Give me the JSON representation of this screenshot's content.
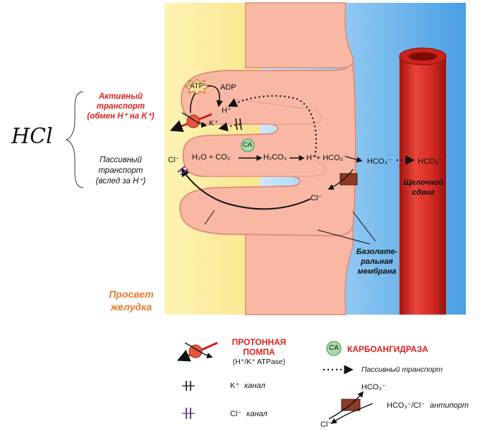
{
  "hcl_label": "HCl",
  "active_transport": {
    "line1": "Активный",
    "line2": "транспорт",
    "line3": "(обмен H⁺ на K⁺)"
  },
  "passive_transport": {
    "line1": "Пассивный",
    "line2": "транспорт",
    "line3": "(вслед за H⁺)"
  },
  "lumen": {
    "line1": "Просвет",
    "line2": "желудка"
  },
  "basolateral": {
    "line1": "Базолате-",
    "line2": "ральная",
    "line3": "мембрана"
  },
  "alkaline": {
    "line1": "Щелочной",
    "line2": "сдвиг"
  },
  "labels": {
    "atp": "ATP",
    "adp": "ADP",
    "hplus": "H⁺",
    "kplus": "K⁺",
    "cl_left": "Cl⁻",
    "h2o_co2": "H₂O + CO₂",
    "ca": "CA",
    "h2co3": "H₂CO₃",
    "h_hco3": "H⁺+ HCO₃⁻",
    "hco3_cell": "HCO₃⁻",
    "hco3_blood": "HCO₃⁻",
    "cl_cell": "Cl⁻"
  },
  "legend": {
    "proton_pump_1": "ПРОТОННАЯ",
    "proton_pump_2": "ПОМПА",
    "proton_pump_3": "(H⁺/K⁺ ATPase)",
    "ca_badge": "CA",
    "carbonic_anhydrase": "КАРБОАНГИДРАЗА",
    "passive_transport": "Пассивный транспорт",
    "k_channel_ion": "K⁺",
    "k_channel_word": "канал",
    "cl_channel_ion": "Cl⁻",
    "cl_channel_word": "канал",
    "antiport_hco3": "HCO₃⁻",
    "antiport_cl": "Cl⁻",
    "antiport_label": "HCO₃⁻/Cl⁻",
    "antiport_word": "антипорт"
  },
  "colors": {
    "lumen": "#fbefa6",
    "blood_side": "#6fb6ec",
    "cell": "#f8b8a4",
    "cell_edge": "#e08a78",
    "vessel": "#e0312a",
    "accent_red": "#e0201c",
    "ca_green": "#a8dcaa"
  }
}
